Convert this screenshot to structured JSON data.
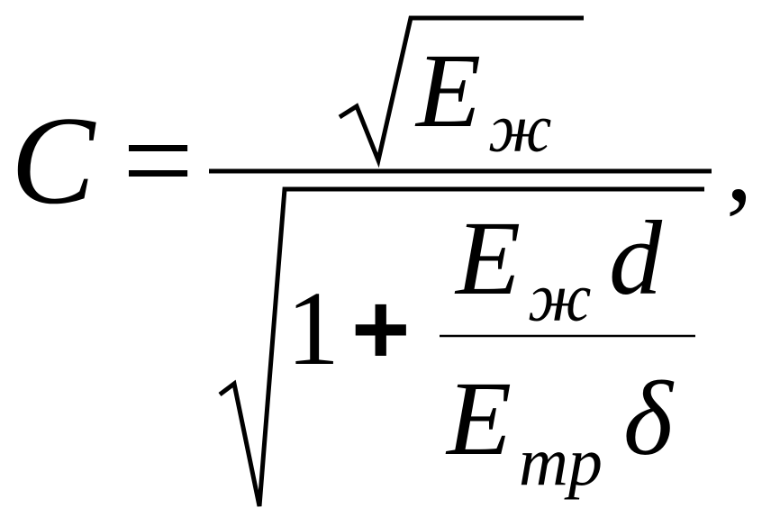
{
  "formula": {
    "lhs": "C",
    "equals": "=",
    "numerator": {
      "radicand": {
        "base": "E",
        "subscript": "ж"
      }
    },
    "denominator": {
      "one": "1",
      "plus": "+",
      "inner_numerator": {
        "base": "E",
        "subscript": "ж",
        "variable": "d"
      },
      "inner_denominator": {
        "base": "E",
        "subscript": "тр",
        "variable": "δ"
      }
    },
    "trailing": ","
  }
}
